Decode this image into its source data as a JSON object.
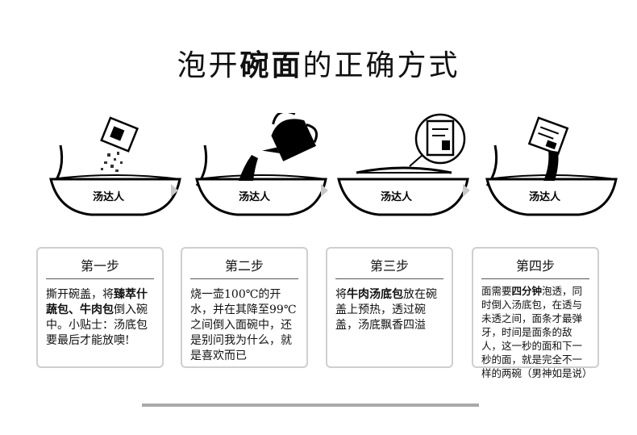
{
  "title": {
    "part1": "泡开",
    "part2_bold": "碗面",
    "part3": "的正确方式"
  },
  "bowl_label": "汤达人",
  "steps": [
    {
      "heading": "第一步",
      "text_a": "撕开碗盖，将",
      "bold_a": "臻萃什蔬包、牛肉包",
      "text_b": "倒入碗中。小贴士：汤底包要最后才能放噢!"
    },
    {
      "heading": "第二步",
      "text_a": "烧一壶100℃的开水，并在其降至99℃之间倒入面碗中，还是别问我为什么，就是喜欢而已"
    },
    {
      "heading": "第三步",
      "text_a": "将",
      "bold_a": "牛肉汤底包",
      "text_b": "放在碗盖上预热，透过碗盖，汤底飘香四溢"
    },
    {
      "heading": "第四步",
      "text_a": "面需要",
      "bold_a": "四分钟",
      "text_b": "泡透，同时倒入汤底包，在透与未透之间，面条才最弹牙，时间是面条的敌人，这一秒的面和下一秒的面，就是完全不一样的两碗（男神如是说）"
    }
  ],
  "colors": {
    "card_border": "#cfcfcf",
    "arrow": "#c8c8c8",
    "bar": "#a9a9a9"
  }
}
